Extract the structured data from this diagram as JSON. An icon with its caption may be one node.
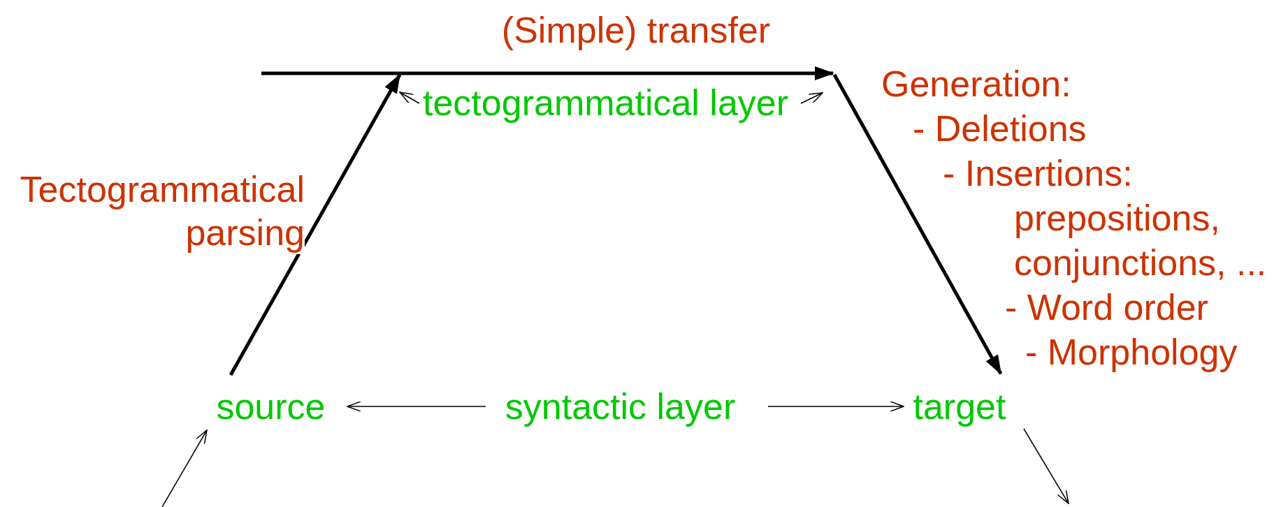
{
  "diagram": {
    "nodes": [
      {
        "text": [
          "tectogrammatical layer"
        ]
      },
      {
        "text": [
          "source"
        ]
      },
      {
        "text": [
          "syntactic layer"
        ]
      },
      {
        "text": [
          "target"
        ]
      }
    ],
    "edges": [
      {
        "from": 1,
        "to": 0,
        "arrow": "to",
        "style": "thick",
        "label": "Tectogrammatical parsing"
      },
      {
        "from": null,
        "to": 0,
        "arrow": "to",
        "style": "thick",
        "label": "(Simple) transfer"
      },
      {
        "from": 0,
        "to": 3,
        "arrow": "to",
        "style": "thick"
      },
      {
        "from": 0,
        "to": null,
        "arrow": "to"
      },
      {
        "from": 0,
        "to": null,
        "arrow": "to"
      },
      {
        "from": 2,
        "to": 1,
        "arrow": "to"
      },
      {
        "from": 2,
        "to": 3,
        "arrow": "to"
      },
      {
        "from": null,
        "to": 1,
        "arrow": "to"
      },
      {
        "from": 3,
        "to": null,
        "arrow": "to"
      }
    ],
    "labels": [
      "Generation:",
      "- Deletions",
      "- Insertions:",
      "prepositions,",
      "conjunctions, ...",
      "- Word order",
      "- Morphology"
    ]
  }
}
